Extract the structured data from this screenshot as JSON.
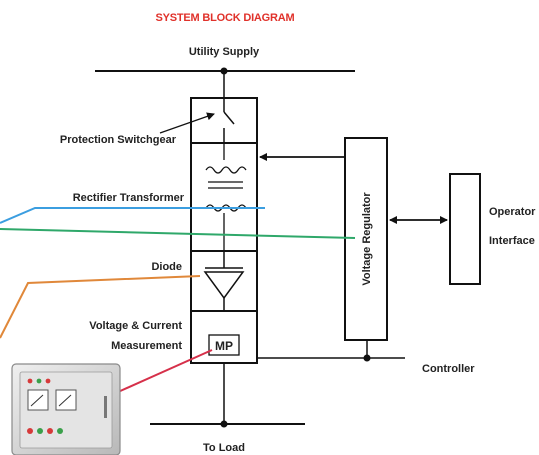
{
  "diagram": {
    "title": "SYSTEM BLOCK DIAGRAM",
    "labels": {
      "utility_supply": "Utility Supply",
      "protection_switchgear": "Protection Switchgear",
      "rectifier_transformer": "Rectifier Transformer",
      "diode": "Diode",
      "voltage_current_line1": "Voltage & Current",
      "voltage_current_line2": "Measurement",
      "measurement_symbol": "MP",
      "voltage_regulator": "Voltage Regulator",
      "operator_line1": "Operator",
      "operator_line2": "Interface",
      "controller": "Controller",
      "to_load": "To Load"
    },
    "colors": {
      "title": "#e0312a",
      "blue_wire": "#3b9ee0",
      "green_wire": "#2fa86a",
      "orange_wire": "#e0883a",
      "red_wire": "#d6304a",
      "line": "#111111",
      "panel_body": "#d8d8d8"
    }
  }
}
